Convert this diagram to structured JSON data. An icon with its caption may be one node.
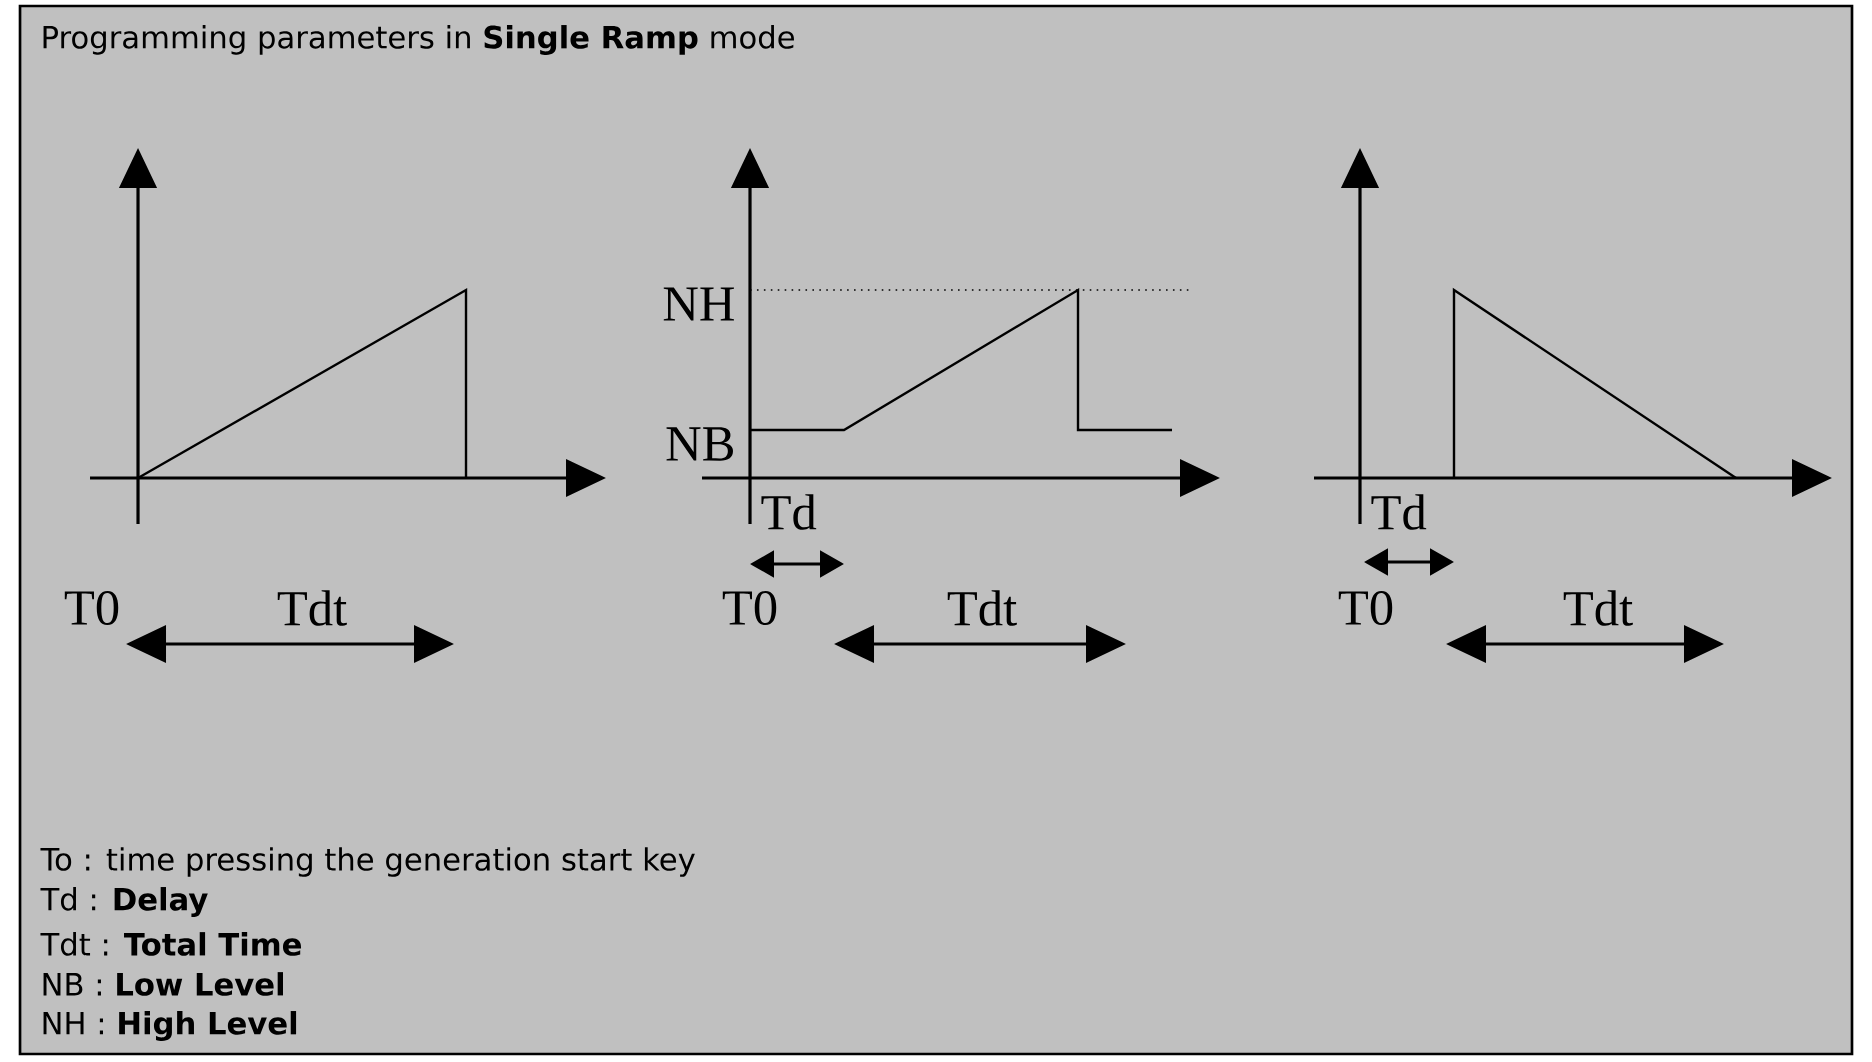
{
  "diagram": {
    "title": "Programming parameters in **Single Ramp** mode",
    "labels": [
      "NH",
      "NB",
      "Td",
      "Td",
      "T0",
      "Tdt",
      "T0",
      "Tdt",
      "T0",
      "Tdt",
      "To : time pressing the generation start key",
      "Td : **Delay**",
      "Tdt : **Total Time**",
      "NB : **Low Level**",
      "NH : **High Level**"
    ]
  }
}
